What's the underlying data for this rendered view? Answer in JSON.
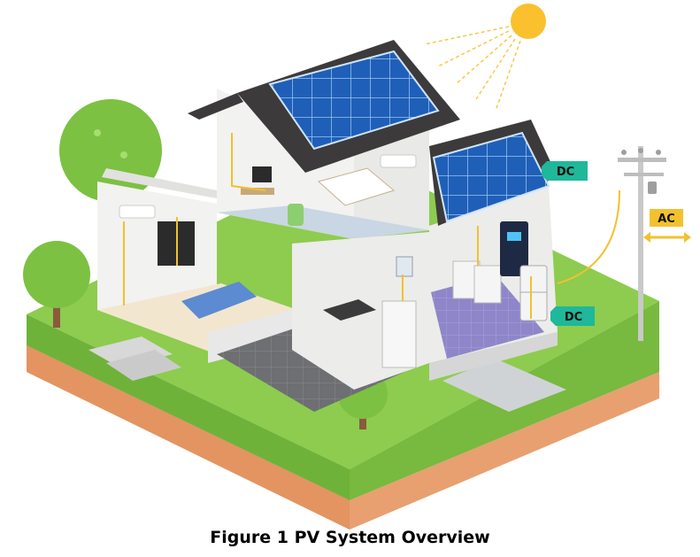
{
  "caption": "Figure 1 PV System Overview",
  "labels": {
    "dc_top": "DC",
    "dc_bottom": "DC",
    "ac": "AC"
  },
  "colors": {
    "dc_tag": "#1fb89a",
    "ac_tag": "#f2c12e",
    "grass": "#7cc142",
    "soil": "#e8a070",
    "roof": "#3d3a3c",
    "panel": "#1f5fb8",
    "wire": "#f2c12e",
    "sun": "#fbc02d"
  },
  "icons": [
    "sun-icon",
    "solar-panel-icon",
    "inverter-icon",
    "battery-icon",
    "utility-pole-icon",
    "tree-icon"
  ]
}
